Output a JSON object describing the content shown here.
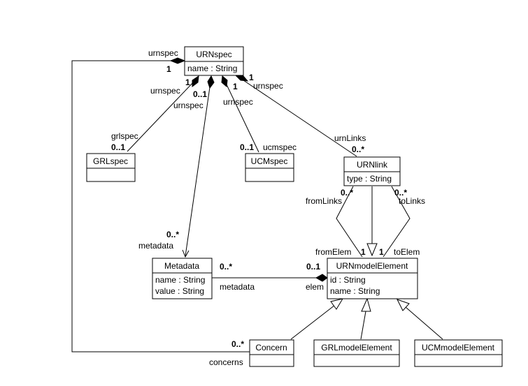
{
  "classes": {
    "urnspec": {
      "name": "URNspec",
      "attrs": [
        "name : String"
      ]
    },
    "grlspec": {
      "name": "GRLspec",
      "attrs": []
    },
    "ucmspec": {
      "name": "UCMspec",
      "attrs": []
    },
    "urnlink": {
      "name": "URNlink",
      "attrs": [
        "type : String"
      ]
    },
    "metadata": {
      "name": "Metadata",
      "attrs": [
        "name : String",
        "value : String"
      ]
    },
    "urnmodelelement": {
      "name": "URNmodelElement",
      "attrs": [
        "id : String",
        "name : String"
      ]
    },
    "concern": {
      "name": "Concern",
      "attrs": []
    },
    "grlmodelelement": {
      "name": "GRLmodelElement",
      "attrs": []
    },
    "ucmmodelelement": {
      "name": "UCMmodelElement",
      "attrs": []
    }
  },
  "labels": {
    "urnspec_left_role": "urnspec",
    "urnspec_left_mult": "1",
    "grl_urnspec_role": "urnspec",
    "grl_urnspec_mult": "1",
    "meta_urnspec_mult": "0..1",
    "meta_urnspec_role": "urnspec",
    "ucm_urnspec_mult": "1",
    "ucm_urnspec_role": "urnspec",
    "link_urnspec_mult": "1",
    "link_urnspec_role": "urnspec",
    "grlspec_role": "grlspec",
    "grlspec_mult": "0..1",
    "ucmspec_mult": "0..1",
    "ucmspec_role": "ucmspec",
    "urnlinks_role": "urnLinks",
    "urnlinks_mult": "0..*",
    "fromlinks_mult": "0..*",
    "fromlinks_role": "fromLinks",
    "tolinks_mult": "0..*",
    "tolinks_role": "toLinks",
    "fromelem_role": "fromElem",
    "fromelem_mult": "1",
    "toelem_mult": "1",
    "toelem_role": "toElem",
    "metadata_top_mult": "0..*",
    "metadata_top_role": "metadata",
    "meta_elem_mult_left": "0..*",
    "meta_elem_role_left": "metadata",
    "meta_elem_mult_right": "0..1",
    "meta_elem_role_right": "elem",
    "concerns_mult": "0..*",
    "concerns_role": "concerns"
  }
}
